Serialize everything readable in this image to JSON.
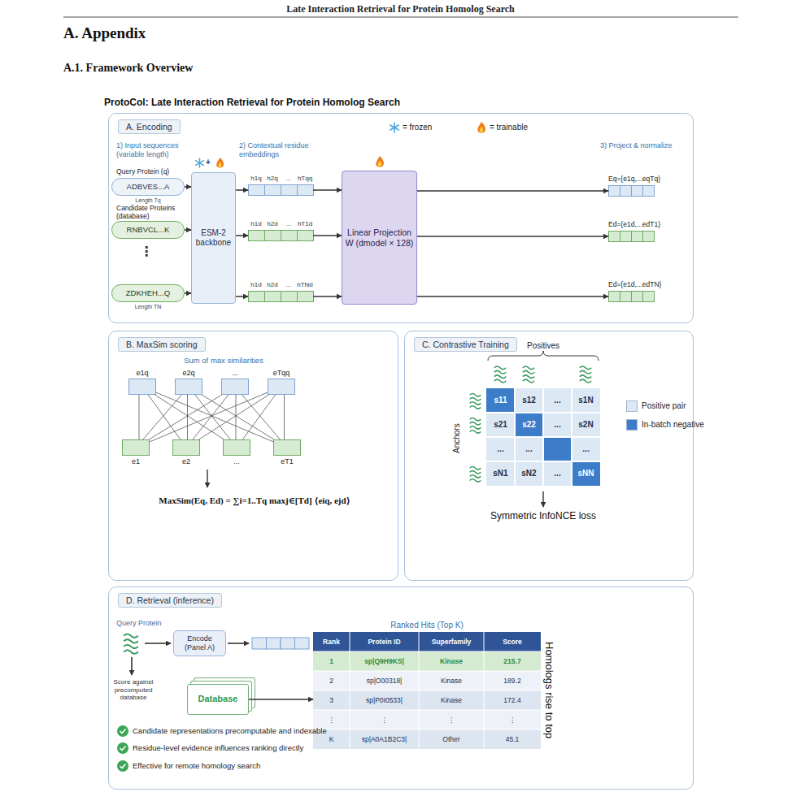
{
  "diagram": {
    "title": "ProtoCol: Late Interaction Retrieval for Protein Homolog Search",
    "nodes": [
      {
        "text": [
          "A. Encoding"
        ]
      },
      {
        "text": [
          "ADBVES...A"
        ],
        "in": 0
      },
      {
        "text": [
          "RNBVCL...K"
        ],
        "in": 0
      },
      {
        "text": [
          "ZDKHEH...Q"
        ],
        "in": 0
      },
      {
        "text": [
          "ESM-2 backbone"
        ],
        "in": 0
      },
      {
        "text": [
          "h1q",
          "h2q",
          "...",
          "hTqq"
        ],
        "in": 0
      },
      {
        "text": [
          "h1d",
          "h2d",
          "...",
          "hT1d"
        ],
        "in": 0
      },
      {
        "text": [
          "h1d",
          "h2d",
          "...",
          "hTNd"
        ],
        "in": 0
      },
      {
        "text": [
          "Linear Projection W (dmodel × 128)"
        ],
        "in": 0
      },
      {
        "text": [
          "Eq={e1q,...eqTq}"
        ],
        "in": 0
      },
      {
        "text": [
          "Ed={e1d,...edT1}"
        ],
        "in": 0
      },
      {
        "text": [
          "Ed={e1d,...edTN}"
        ],
        "in": 0
      },
      {
        "text": [
          "B. MaxSim scoring"
        ]
      },
      {
        "text": [
          "e1q"
        ],
        "in": 12
      },
      {
        "text": [
          "e2q"
        ],
        "in": 12
      },
      {
        "text": [
          "..."
        ],
        "in": 12
      },
      {
        "text": [
          "eTqq"
        ],
        "in": 12
      },
      {
        "text": [
          "e1"
        ],
        "in": 12
      },
      {
        "text": [
          "e2"
        ],
        "in": 12
      },
      {
        "text": [
          "..."
        ],
        "in": 12
      },
      {
        "text": [
          "eT1"
        ],
        "in": 12
      },
      {
        "text": [
          "C. Contrastive Training"
        ]
      },
      {
        "text": [
          "D. Retrieval (inference)"
        ]
      },
      {
        "text": [
          "Encode (Panel A)"
        ],
        "in": 22
      },
      {
        "text": [
          "Database"
        ],
        "in": 22
      },
      {
        "text": [
          "Ranked Hits (Top K)"
        ],
        "in": 22
      }
    ],
    "edges": [
      {
        "from": 1,
        "to": 4,
        "arrow": "to"
      },
      {
        "from": 2,
        "to": 4,
        "arrow": "to"
      },
      {
        "from": 3,
        "to": 4,
        "arrow": "to"
      },
      {
        "from": 4,
        "to": 5,
        "arrow": "to"
      },
      {
        "from": 4,
        "to": 6,
        "arrow": "to"
      },
      {
        "from": 4,
        "to": 7,
        "arrow": "to"
      },
      {
        "from": 5,
        "to": 8,
        "arrow": "to"
      },
      {
        "from": 6,
        "to": 8,
        "arrow": "to"
      },
      {
        "from": 7,
        "to": 8,
        "arrow": "to"
      },
      {
        "from": 8,
        "to": 9,
        "arrow": "to"
      },
      {
        "from": 8,
        "to": 10,
        "arrow": "to"
      },
      {
        "from": 8,
        "to": 11,
        "arrow": "to"
      },
      {
        "from": 13,
        "to": 17,
        "arrow": "none"
      },
      {
        "from": 13,
        "to": 18,
        "arrow": "none"
      },
      {
        "from": 13,
        "to": 19,
        "arrow": "none"
      },
      {
        "from": 13,
        "to": 20,
        "arrow": "none"
      },
      {
        "from": 14,
        "to": 17,
        "arrow": "none"
      },
      {
        "from": 14,
        "to": 18,
        "arrow": "none"
      },
      {
        "from": 14,
        "to": 19,
        "arrow": "none"
      },
      {
        "from": 14,
        "to": 20,
        "arrow": "none"
      },
      {
        "from": 15,
        "to": 17,
        "arrow": "none"
      },
      {
        "from": 15,
        "to": 18,
        "arrow": "none"
      },
      {
        "from": 15,
        "to": 19,
        "arrow": "none"
      },
      {
        "from": 15,
        "to": 20,
        "arrow": "none"
      },
      {
        "from": 16,
        "to": 17,
        "arrow": "none"
      },
      {
        "from": 16,
        "to": 18,
        "arrow": "none"
      },
      {
        "from": 16,
        "to": 19,
        "arrow": "none"
      },
      {
        "from": 16,
        "to": 20,
        "arrow": "none"
      },
      {
        "from": 24,
        "to": 25,
        "arrow": "to"
      }
    ],
    "labels": [
      "Late Interaction Retrieval for Protein Homolog Search",
      "A. Appendix",
      "A.1. Framework Overview",
      "1) Input sequences (variable length)",
      "2) Contextual residue embeddings",
      "3) Project & normalize",
      "Query Protein (q)",
      "Length Tq",
      "Candidate Proteins (database)",
      "⋮",
      "Length TN",
      "Sum of max similarities",
      "MaxSim(Eq, Ed) = ∑i=1..Tq maxj∈[Td] ⟨eiq, ejd⟩",
      "Positives",
      "Anchors",
      "s11",
      "s12",
      "...",
      "s1N",
      "s21",
      "s22",
      "...",
      "s2N",
      "...",
      "...",
      "...",
      "sN1",
      "sN2",
      "...",
      "sNN",
      "Symmetric InfoNCE loss",
      "Query Protein",
      "Score against precomputed database",
      "Rank",
      "Protein ID",
      "Superfamily",
      "Score",
      "1",
      "sp|Q9H9KS|",
      "Kinase",
      "215.7",
      "2",
      "sp|O00318|",
      "Kinase",
      "189.2",
      "3",
      "sp|P0I0533|",
      "Kinase",
      "172.4",
      "⋮",
      "⋮",
      "⋮",
      "⋮",
      "K",
      "sp|A0A1B2C3|",
      "Other",
      "45.1",
      "Homologs rise to top",
      "Candidate representations precomputable and indexable",
      "Residue-level evidence influences ranking directly",
      "Effective for remote homology search",
      "+"
    ],
    "legend": [
      {
        "text": "= frozen"
      },
      {
        "text": "= trainable"
      },
      {
        "text": "Positive pair",
        "color": "#dde8f5"
      },
      {
        "text": "In-batch negative",
        "color": "#3d7cc9"
      }
    ]
  }
}
